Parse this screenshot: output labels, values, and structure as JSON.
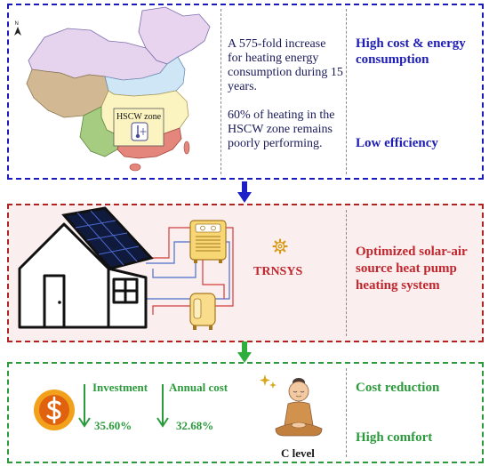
{
  "top": {
    "zone_label": "HSCW zone",
    "paragraph1": "A 575-fold increase for heating energy consumption during 15 years.",
    "paragraph2": "60% of heating in the HSCW zone remains poorly performing.",
    "issue1": "High cost & energy consumption",
    "issue2": "Low efficiency",
    "north_mark": "N",
    "colors": {
      "frame": "#1a1ab8",
      "text": "#1d1db5"
    }
  },
  "middle": {
    "software": "TRNSYS",
    "system": "Optimized solar-air source heat pump heating system",
    "colors": {
      "frame": "#b02323",
      "text": "#c0262d"
    }
  },
  "bottom": {
    "investment_label": "Investment",
    "investment_value": "35.60%",
    "annual_label": "Annual cost",
    "annual_value": "32.68%",
    "comfort_level": "C level",
    "result1": "Cost reduction",
    "result2": "High comfort",
    "colors": {
      "frame": "#2a9a3a",
      "text": "#2b9a3b"
    }
  }
}
